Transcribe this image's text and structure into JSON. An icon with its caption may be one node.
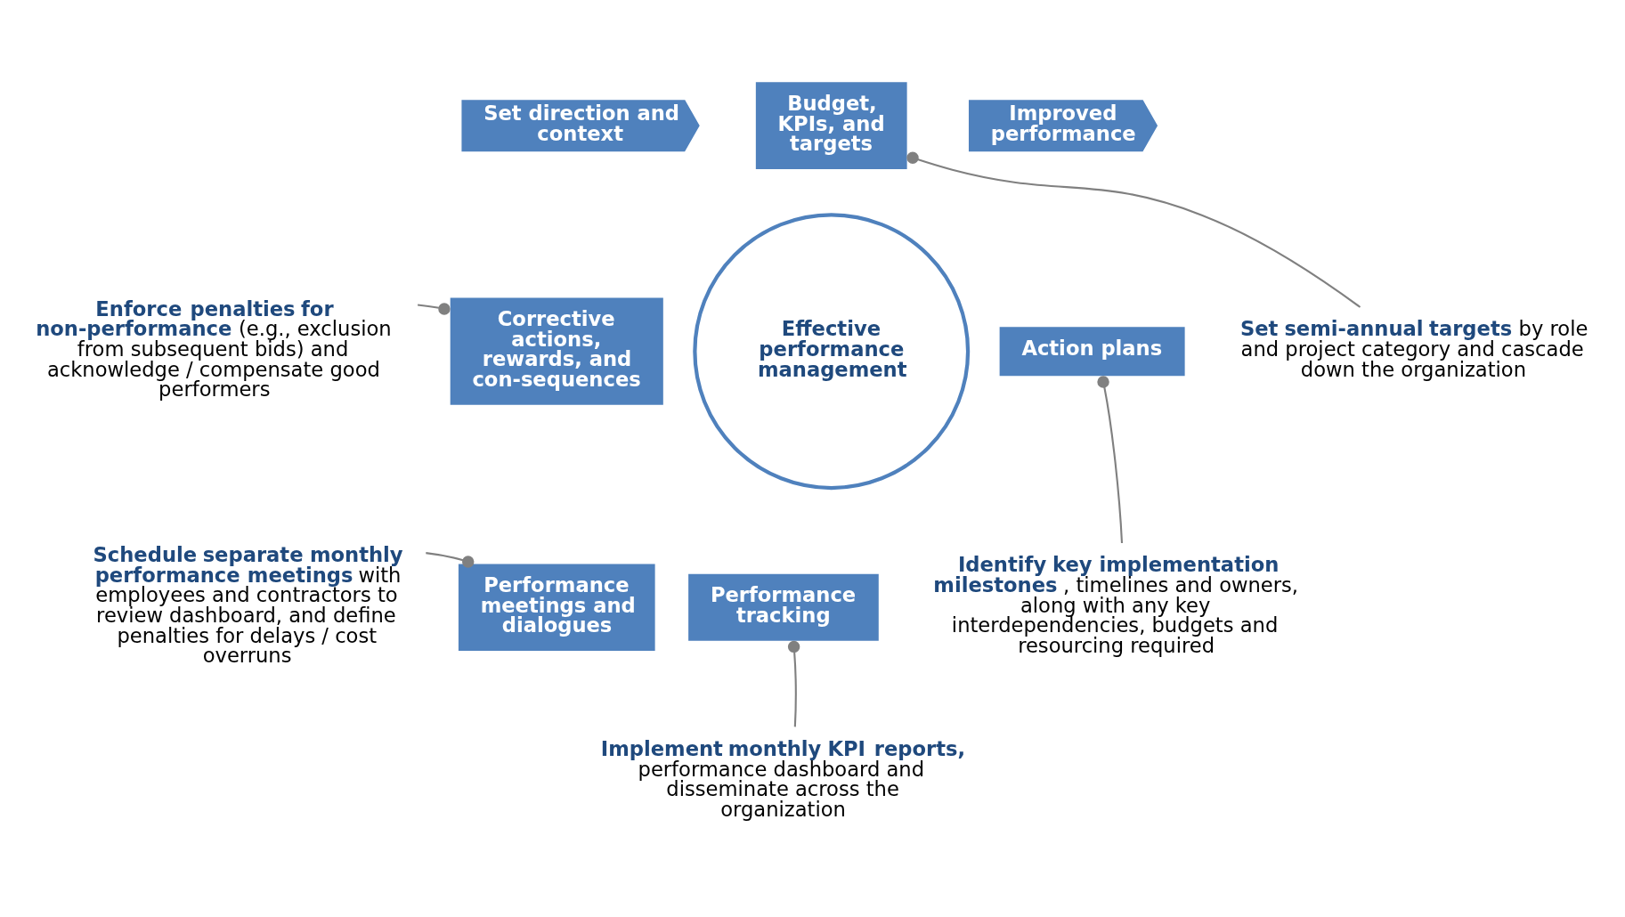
{
  "diagram": {
    "nodes": [
      {
        "text": [
          "Set direction and context"
        ]
      },
      {
        "text": [
          "Budget, KPIs, and targets"
        ]
      },
      {
        "text": [
          "Improved performance"
        ]
      },
      {
        "text": [
          "Action plans"
        ]
      },
      {
        "text": [
          "Performance tracking"
        ]
      },
      {
        "text": [
          "Performance meetings and dialogues"
        ]
      },
      {
        "text": [
          "Corrective actions, rewards, and con-sequences"
        ]
      },
      {
        "text": [
          "Effective performance management"
        ]
      },
      {
        "text": [
          "**Set semi-annual targets** by role and project category and cascade down the organization"
        ]
      },
      {
        "text": [
          "**Identify key implementation milestones**, timelines and owners, along with any key interdependencies, budgets and resourcing required"
        ]
      },
      {
        "text": [
          "**Implement monthly KPI reports,** performance dashboard and disseminate across the organization"
        ]
      },
      {
        "text": [
          "**Schedule separate monthly performance meetings** with employees and contractors to review dashboard, and define penalties for delays / cost overruns"
        ]
      },
      {
        "text": [
          "**Enforce penalties for non-performance** (e.g., exclusion from subsequent bids) and acknowledge / compensate good performers"
        ]
      }
    ],
    "edges": [
      {
        "from": 8,
        "to": 1,
        "arrow": "other"
      },
      {
        "from": 9,
        "to": 3,
        "arrow": "other"
      },
      {
        "from": 10,
        "to": 4,
        "arrow": "other"
      },
      {
        "from": 11,
        "to": 5,
        "arrow": "other"
      },
      {
        "from": 12,
        "to": 6,
        "arrow": "other"
      }
    ]
  }
}
